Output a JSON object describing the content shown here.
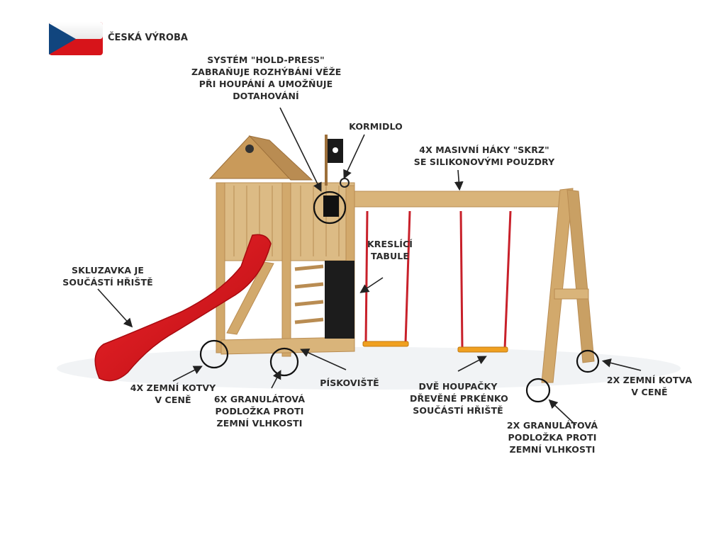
{
  "badge": {
    "text": "ČESKÁ VÝROBA",
    "flag_colors": [
      "#ffffff",
      "#d7141a",
      "#11457e"
    ]
  },
  "labels": {
    "hold_press": [
      "SYSTÉM \"HOLD-PRESS\"",
      "ZABRAŇUJE ROZHÝBÁNÍ VĚŽE",
      "PŘI HOUPÁNÍ A UMOŽŇUJE",
      "DOTAHOVÁNÍ"
    ],
    "kormidlo": [
      "KORMIDLO"
    ],
    "hooks": [
      "4X MASIVNÍ HÁKY \"SKRZ\"",
      "SE SILIKONOVÝMI POUZDRY"
    ],
    "board": [
      "KRESLÍCÍ",
      "TABULE"
    ],
    "slide": [
      "SKLUZAVKA JE",
      "SOUČÁSTÍ HŘIŠTĚ"
    ],
    "anchors4": [
      "4X ZEMNÍ KOTVY",
      "V CENĚ"
    ],
    "pads6": [
      "6X GRANULÁTOVÁ",
      "PODLOŽKA PROTI",
      "ZEMNÍ VLHKOSTI"
    ],
    "sandpit": [
      "PÍSKOVIŠTĚ"
    ],
    "swings": [
      "DVĚ HOUPAČKY",
      "DŘEVĚNÉ PRKÉNKO",
      "SOUČÁSTÍ HŘIŠTĚ"
    ],
    "anchors2": [
      "2X ZEMNÍ KOTVA",
      "V CENĚ"
    ],
    "pads2": [
      "2X GRANULÁTOVÁ",
      "PODLOŽKA PROTI",
      "ZEMNÍ VLHKOSTI"
    ]
  },
  "colors": {
    "wood": "#d9b47a",
    "wood_dark": "#b98c52",
    "slide": "#e0161c",
    "board": "#1c1c1c",
    "rope": "#c8202a",
    "seat": "#f0a020"
  }
}
